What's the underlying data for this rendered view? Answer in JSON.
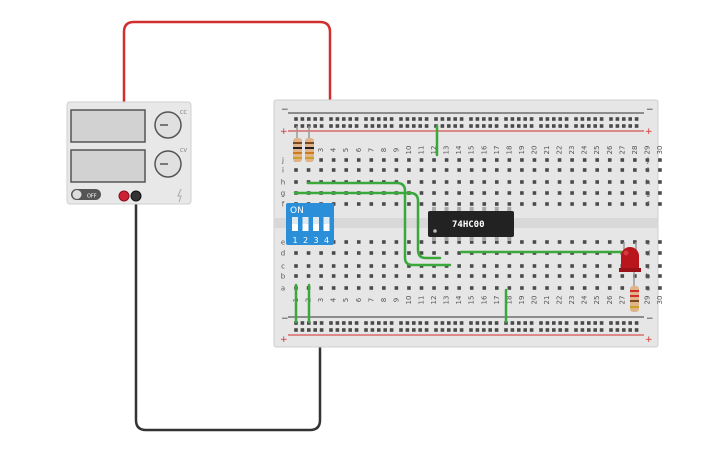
{
  "breadboard": {
    "columns": [
      "1",
      "2",
      "3",
      "4",
      "5",
      "6",
      "7",
      "8",
      "9",
      "10",
      "11",
      "12",
      "13",
      "14",
      "15",
      "16",
      "17",
      "18",
      "19",
      "20",
      "21",
      "22",
      "23",
      "24",
      "25",
      "26",
      "27",
      "28",
      "29",
      "30"
    ],
    "rows_top": [
      "j",
      "i",
      "h",
      "g",
      "f"
    ],
    "rows_bottom": [
      "e",
      "d",
      "c",
      "b",
      "a"
    ],
    "rail_minus": "−",
    "rail_plus": "+"
  },
  "power_supply": {
    "switch_label": "OFF",
    "knob_labels": [
      "CC",
      "CV"
    ],
    "colors": {
      "positive": "#cc2233",
      "negative": "#333333"
    }
  },
  "chip": {
    "label": "74HC00"
  },
  "dip_switch": {
    "on_label": "ON",
    "numbers": [
      "1",
      "2",
      "3",
      "4"
    ]
  },
  "colors": {
    "board": "#e8e8e8",
    "rail_red": "#d22c2c",
    "rail_black": "#333333",
    "wire_red": "#d12f2f",
    "wire_black": "#333333",
    "wire_green": "#3aa83a",
    "led": "#b8161c",
    "dip": "#2a8fd8"
  }
}
